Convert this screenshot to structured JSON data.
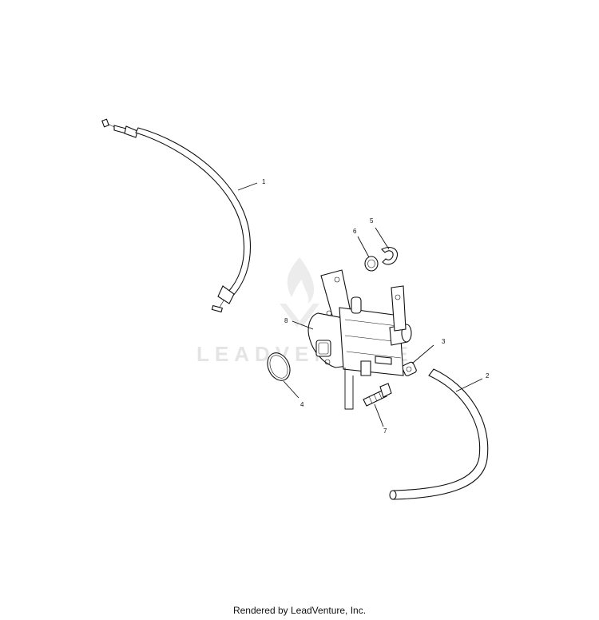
{
  "diagram": {
    "callouts": [
      {
        "id": "1",
        "label": "1"
      },
      {
        "id": "2",
        "label": "2"
      },
      {
        "id": "3",
        "label": "3"
      },
      {
        "id": "4",
        "label": "4"
      },
      {
        "id": "5",
        "label": "5"
      },
      {
        "id": "6",
        "label": "6"
      },
      {
        "id": "7",
        "label": "7"
      },
      {
        "id": "8",
        "label": "8"
      }
    ],
    "watermark": "LEADVENTURE"
  },
  "footer": {
    "text": "Rendered by LeadVenture, Inc."
  }
}
